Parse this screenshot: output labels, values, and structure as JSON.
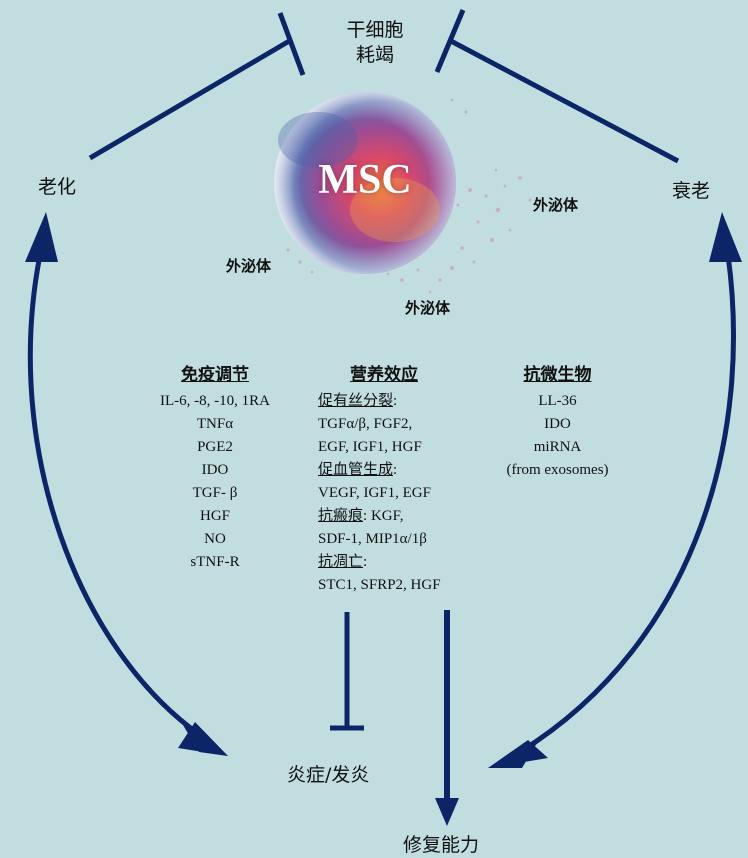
{
  "nodes": {
    "stem_cell_exhaustion": [
      "干细胞",
      "耗竭"
    ],
    "aging": "老化",
    "senescence": "衰老",
    "inflammation": "炎症/发炎",
    "repair": "修复能力"
  },
  "cell": {
    "label": "MSC",
    "exosome_label": "外泌体"
  },
  "columns": {
    "immunomodulation": {
      "title": "免疫调节",
      "items": [
        "IL-6, -8, -10, 1RA",
        "TNFα",
        "PGE2",
        "IDO",
        "TGF- β",
        "HGF",
        "NO",
        "sTNF-R"
      ]
    },
    "trophic": {
      "title": "营养效应",
      "groups": [
        {
          "heading": "促有丝分裂",
          "lines": [
            "TGFα/β, FGF2,",
            "EGF, IGF1, HGF"
          ]
        },
        {
          "heading": "促血管生成",
          "lines": [
            "VEGF, IGF1, EGF"
          ]
        },
        {
          "heading": "抗瘢痕",
          "suffix": " KGF,",
          "lines": [
            "SDF-1, MIP1α/1β"
          ]
        },
        {
          "heading": "抗凋亡",
          "lines": [
            "STC1, SFRP2, HGF"
          ]
        }
      ]
    },
    "antimicrobial": {
      "title": "抗微生物",
      "items": [
        "LL-36",
        "IDO",
        "miRNA",
        "(from exosomes)"
      ]
    }
  },
  "colors": {
    "background": "#c2dde0",
    "arrow": "#0b2566",
    "text": "#111111"
  }
}
